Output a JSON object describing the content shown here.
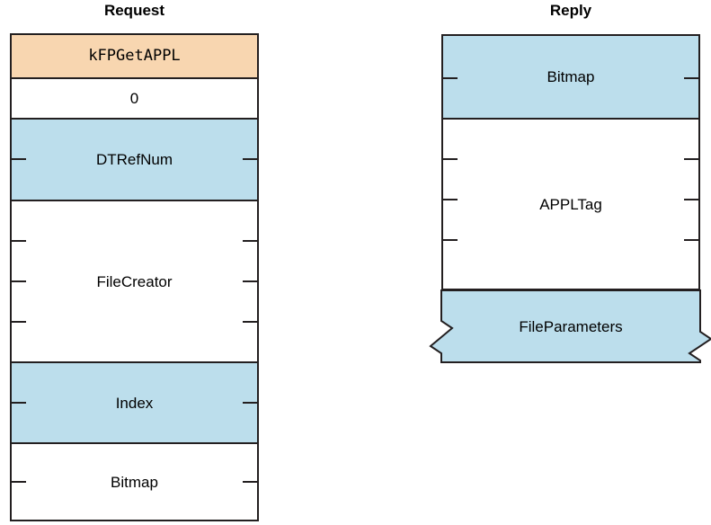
{
  "colors": {
    "blue": "#bcdeec",
    "orange": "#f8d6b0",
    "white": "#ffffff",
    "stroke": "#231f20",
    "text": "#000000"
  },
  "columns": [
    {
      "id": "request",
      "title": "Request",
      "fields": [
        {
          "label": "kFPGetAPPL",
          "fill": "orange",
          "mono": true,
          "ticks": 0
        },
        {
          "label": "0",
          "fill": "white",
          "mono": false,
          "ticks": 0
        },
        {
          "label": "DTRefNum",
          "fill": "blue",
          "mono": false,
          "ticks": 1
        },
        {
          "label": "FileCreator",
          "fill": "white",
          "mono": false,
          "ticks": 3
        },
        {
          "label": "Index",
          "fill": "blue",
          "mono": false,
          "ticks": 1
        },
        {
          "label": "Bitmap",
          "fill": "white",
          "mono": false,
          "ticks": 1
        }
      ]
    },
    {
      "id": "reply",
      "title": "Reply",
      "fields": [
        {
          "label": "Bitmap",
          "fill": "blue",
          "mono": false,
          "ticks": 1,
          "torn": false
        },
        {
          "label": "APPLTag",
          "fill": "white",
          "mono": false,
          "ticks": 3,
          "torn": false
        },
        {
          "label": "FileParameters",
          "fill": "blue",
          "mono": false,
          "ticks": 0,
          "torn": true
        }
      ]
    }
  ]
}
